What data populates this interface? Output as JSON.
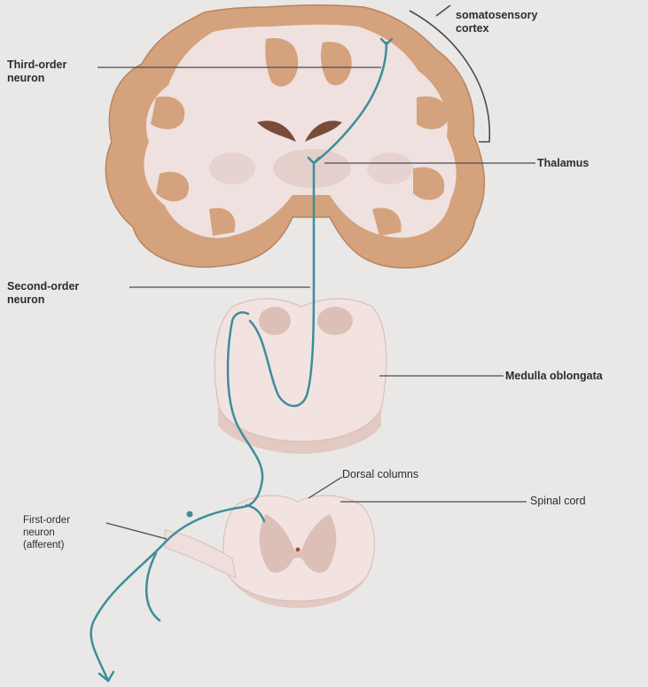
{
  "labels": {
    "somatosensory": [
      "somatosensory",
      "cortex"
    ],
    "third_order": [
      "Third-order",
      "neuron"
    ],
    "thalamus": "Thalamus",
    "second_order": [
      "Second-order",
      "neuron"
    ],
    "medulla": "Medulla oblongata",
    "dorsal_columns": "Dorsal columns",
    "spinal_cord": "Spinal cord",
    "first_order": [
      "First-order",
      "neuron",
      "(afferent)"
    ]
  },
  "colors": {
    "background": "#e9e8e6",
    "gray_matter": "#d4a27c",
    "white_matter": "#f1e1df",
    "tissue_light": "#eedfdc",
    "neuron": "#3d8e99",
    "leader_line": "#4a4a55"
  }
}
